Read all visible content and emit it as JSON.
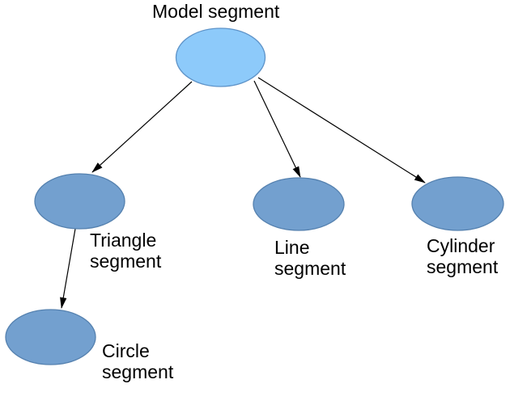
{
  "diagram": {
    "background": "#FFFFFF",
    "text_color": "#000000",
    "edge_color": "#000000",
    "nodes": {
      "model": {
        "label": "Model segment",
        "fill": "#8DCAFA",
        "border": "#5E93C8",
        "role": "root"
      },
      "triangle": {
        "label": "Triangle\nsegment",
        "fill": "#73A0CF",
        "border": "#5581AF",
        "role": "child"
      },
      "line": {
        "label": "Line\nsegment",
        "fill": "#73A0CF",
        "border": "#5581AF",
        "role": "child"
      },
      "cylinder": {
        "label": "Cylinder\nsegment",
        "fill": "#73A0CF",
        "border": "#5581AF",
        "role": "child"
      },
      "circle": {
        "label": "Circle\nsegment",
        "fill": "#73A0CF",
        "border": "#5581AF",
        "role": "grandchild"
      }
    },
    "edges": [
      {
        "from": "model",
        "to": "triangle"
      },
      {
        "from": "model",
        "to": "line"
      },
      {
        "from": "model",
        "to": "cylinder"
      },
      {
        "from": "triangle",
        "to": "circle"
      }
    ]
  }
}
